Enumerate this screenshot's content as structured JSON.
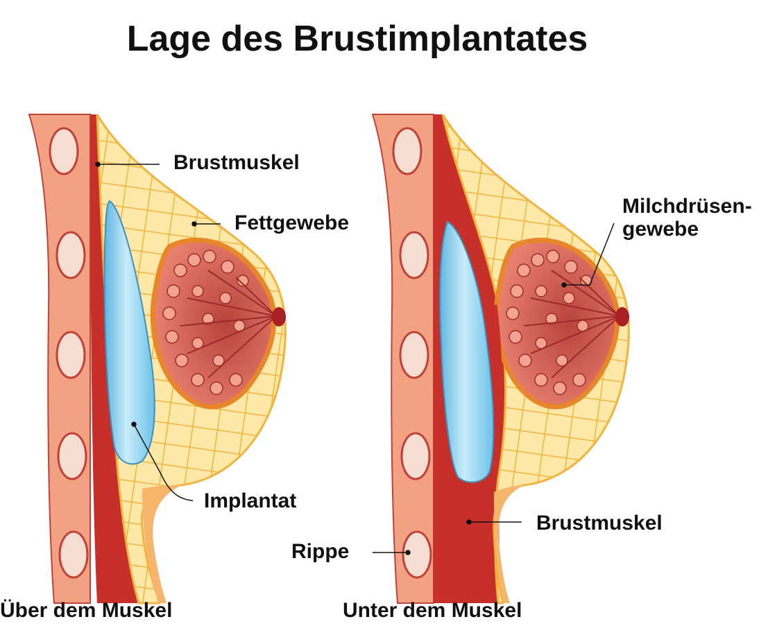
{
  "title": "Lage des Brustimplantates",
  "panels": [
    {
      "caption": "Über dem Muskel",
      "labels": {
        "brustmuskel": "Brustmuskel",
        "fettgewebe": "Fettgewebe",
        "implantat": "Implantat"
      }
    },
    {
      "caption": "Unter dem Muskel",
      "labels": {
        "milchdruesen_line1": "Milchdrüsen-",
        "milchdruesen_line2": "gewebe",
        "brustmuskel": "Brustmuskel",
        "rippe": "Rippe"
      }
    }
  ],
  "colors": {
    "skin": "#f3a183",
    "skin_outline": "#c0413a",
    "muscle": "#c7302a",
    "fat": "#fde8a8",
    "fat_lines": "#f2b33d",
    "implant": "#7dcbec",
    "implant_light": "#c7ecfa",
    "gland": "#e8806f",
    "gland_dark": "#9c2a2a",
    "rib": "#f6ddd2",
    "nipple": "#a81f26"
  }
}
